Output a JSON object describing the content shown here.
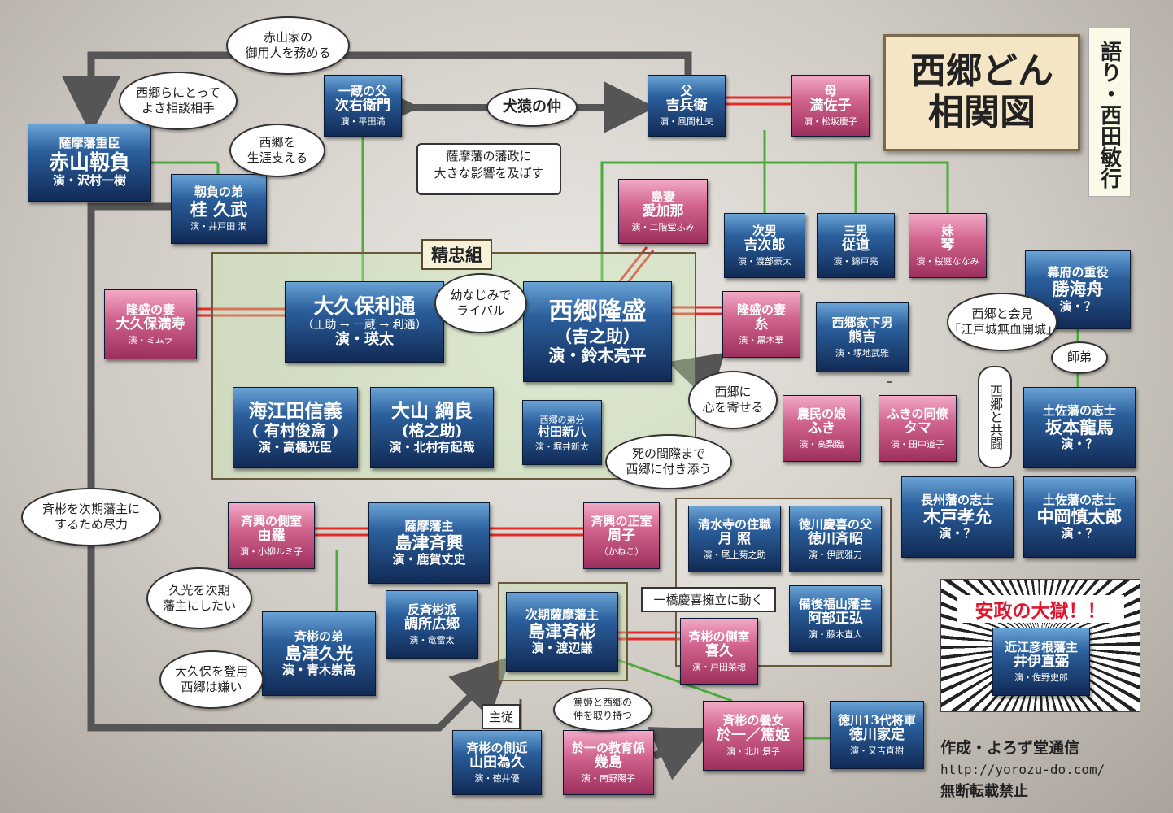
{
  "title": {
    "line1": "西郷どん",
    "line2": "相関図"
  },
  "narrator": "語り・西田敏行",
  "group_label": "精忠組",
  "people": {
    "akayama": {
      "role": "薩摩藩重臣",
      "name": "赤山靱負",
      "actor": "演・沢村一樹"
    },
    "katsura": {
      "role": "靱負の弟",
      "name": "桂 久武",
      "actor": "演・井戸田 潤"
    },
    "jiemon": {
      "role": "一蔵の父",
      "name": "次右衛門",
      "actor": "演・平田満"
    },
    "kichibei": {
      "role": "父",
      "name": "吉兵衛",
      "actor": "演・風間杜夫"
    },
    "masako": {
      "role": "母",
      "name": "満佐子",
      "actor": "演・松坂慶子"
    },
    "aikana": {
      "role": "島妻",
      "name": "愛加那",
      "actor": "演・二階堂ふみ"
    },
    "kichijiro": {
      "role": "次男",
      "name": "吉次郎",
      "actor": "演・渡部豪太"
    },
    "judo": {
      "role": "三男",
      "name": "従道",
      "actor": "演・錦戸亮"
    },
    "koto": {
      "role": "妹",
      "name": "琴",
      "actor": "演・桜庭ななみ"
    },
    "katsu": {
      "role": "幕府の重役",
      "name": "勝海舟",
      "actor": "演・？"
    },
    "mitsuhisa": {
      "role": "隆盛の妻",
      "name": "大久保満寿",
      "actor": "演・ミムラ"
    },
    "okubo": {
      "name": "大久保利通",
      "sub": "（正助 → 一蔵 → 利通）",
      "actor": "演・瑛太"
    },
    "saigo": {
      "name": "西郷隆盛",
      "sub": "（吉之助）",
      "actor": "演・鈴木亮平"
    },
    "ito": {
      "role": "隆盛の妻",
      "name": "糸",
      "actor": "演・黒木華"
    },
    "kumakichi": {
      "role": "西郷家下男",
      "name": "熊吉",
      "actor": "演・塚地武雅"
    },
    "kaieda": {
      "name": "海江田信義",
      "sub": "( 有村俊斎 )",
      "actor": "演・高橋光臣"
    },
    "oyama": {
      "name": "大山 綱良",
      "sub": "(格之助)",
      "actor": "演・北村有起哉"
    },
    "murata": {
      "role": "西郷の弟分",
      "name": "村田新八",
      "actor": "演・堀井新太"
    },
    "fuki": {
      "role": "農民の娘",
      "name": "ふき",
      "actor": "演・高梨臨"
    },
    "tama": {
      "role": "ふきの同僚",
      "name": "タマ",
      "actor": "演・田中道子"
    },
    "ryoma": {
      "role": "土佐藩の志士",
      "name": "坂本龍馬",
      "actor": "演・？"
    },
    "kido": {
      "role": "長州藩の志士",
      "name": "木戸孝允",
      "actor": "演・？"
    },
    "nakaoka": {
      "role": "土佐藩の志士",
      "name": "中岡慎太郎",
      "actor": "演・？"
    },
    "yura": {
      "role": "斉興の側室",
      "name": "由羅",
      "actor": "演・小柳ルミ子"
    },
    "narioki": {
      "role": "薩摩藩主",
      "name": "島津斉興",
      "actor": "演・鹿賀丈史"
    },
    "shuko": {
      "role": "斉興の正室",
      "name": "周子",
      "sub": "（かねこ）"
    },
    "gessho": {
      "role": "清水寺の住職",
      "name": "月 照",
      "actor": "演・尾上菊之助"
    },
    "nariaki": {
      "role": "徳川慶喜の父",
      "name": "徳川斉昭",
      "actor": "演・伊武雅刀"
    },
    "zusho": {
      "role": "反斉彬派",
      "name": "調所広郷",
      "actor": "演・竜雷太"
    },
    "nariakira": {
      "role": "次期薩摩藩主",
      "name": "島津斉彬",
      "actor": "演・渡辺謙"
    },
    "abe": {
      "role": "備後福山藩主",
      "name": "阿部正弘",
      "actor": "演・藤木直人"
    },
    "hisamitsu": {
      "role": "斉彬の弟",
      "name": "島津久光",
      "actor": "演・青木崇高"
    },
    "kiku": {
      "role": "斉彬の側室",
      "name": "喜久",
      "actor": "演・戸田菜穂"
    },
    "ii": {
      "role": "近江彦根藩主",
      "name": "井伊直弼",
      "actor": "演・佐野史郎"
    },
    "yamada": {
      "role": "斉彬の側近",
      "name": "山田為久",
      "actor": "演・徳井優"
    },
    "ikushima": {
      "role": "於一の教育係",
      "name": "幾島",
      "actor": "演・南野陽子"
    },
    "atsuhime": {
      "role": "斉彬の養女",
      "name": "於一／篤姫",
      "actor": "演・北川景子"
    },
    "iesada": {
      "role": "徳川13代将軍",
      "name": "徳川家定",
      "actor": "演・又吉直樹"
    }
  },
  "bubbles": {
    "akayama_serve": [
      "赤山家の",
      "御用人を務める"
    ],
    "advisor": [
      "西郷らにとって",
      "よき相談相手"
    ],
    "lifelong": [
      "西郷を",
      "生涯支える"
    ],
    "kenen": "犬猿の仲",
    "influence": [
      "薩摩藩の藩政に",
      "大きな影響を及ぼす"
    ],
    "rival": [
      "幼なじみで",
      "ライバル"
    ],
    "kaiken": [
      "西郷と会見",
      "「江戸城無血開城」"
    ],
    "shitei": "師弟",
    "kyoto": "西郷と共闘",
    "heart": [
      "西郷に",
      "心を寄せる"
    ],
    "shinu": [
      "死の間際まで",
      "西郷に付き添う"
    ],
    "sei": [
      "斉彬を次期藩主に",
      "するため尽力"
    ],
    "hisamitsu_want": [
      "久光を次期",
      "藩主にしたい"
    ],
    "dislike": [
      "大久保を登用",
      "西郷は嫌い"
    ],
    "hitotsubashi": "一橋慶喜擁立に動く",
    "shuju": "主従",
    "atsu_go": [
      "篤姫と西郷の",
      "仲を取り持つ"
    ]
  },
  "ansei_title": "安政の大獄！！",
  "credits": {
    "made_by": "作成・よろず堂通信",
    "url": "http://yorozu-do.com/",
    "notice": "無断転載禁止"
  }
}
